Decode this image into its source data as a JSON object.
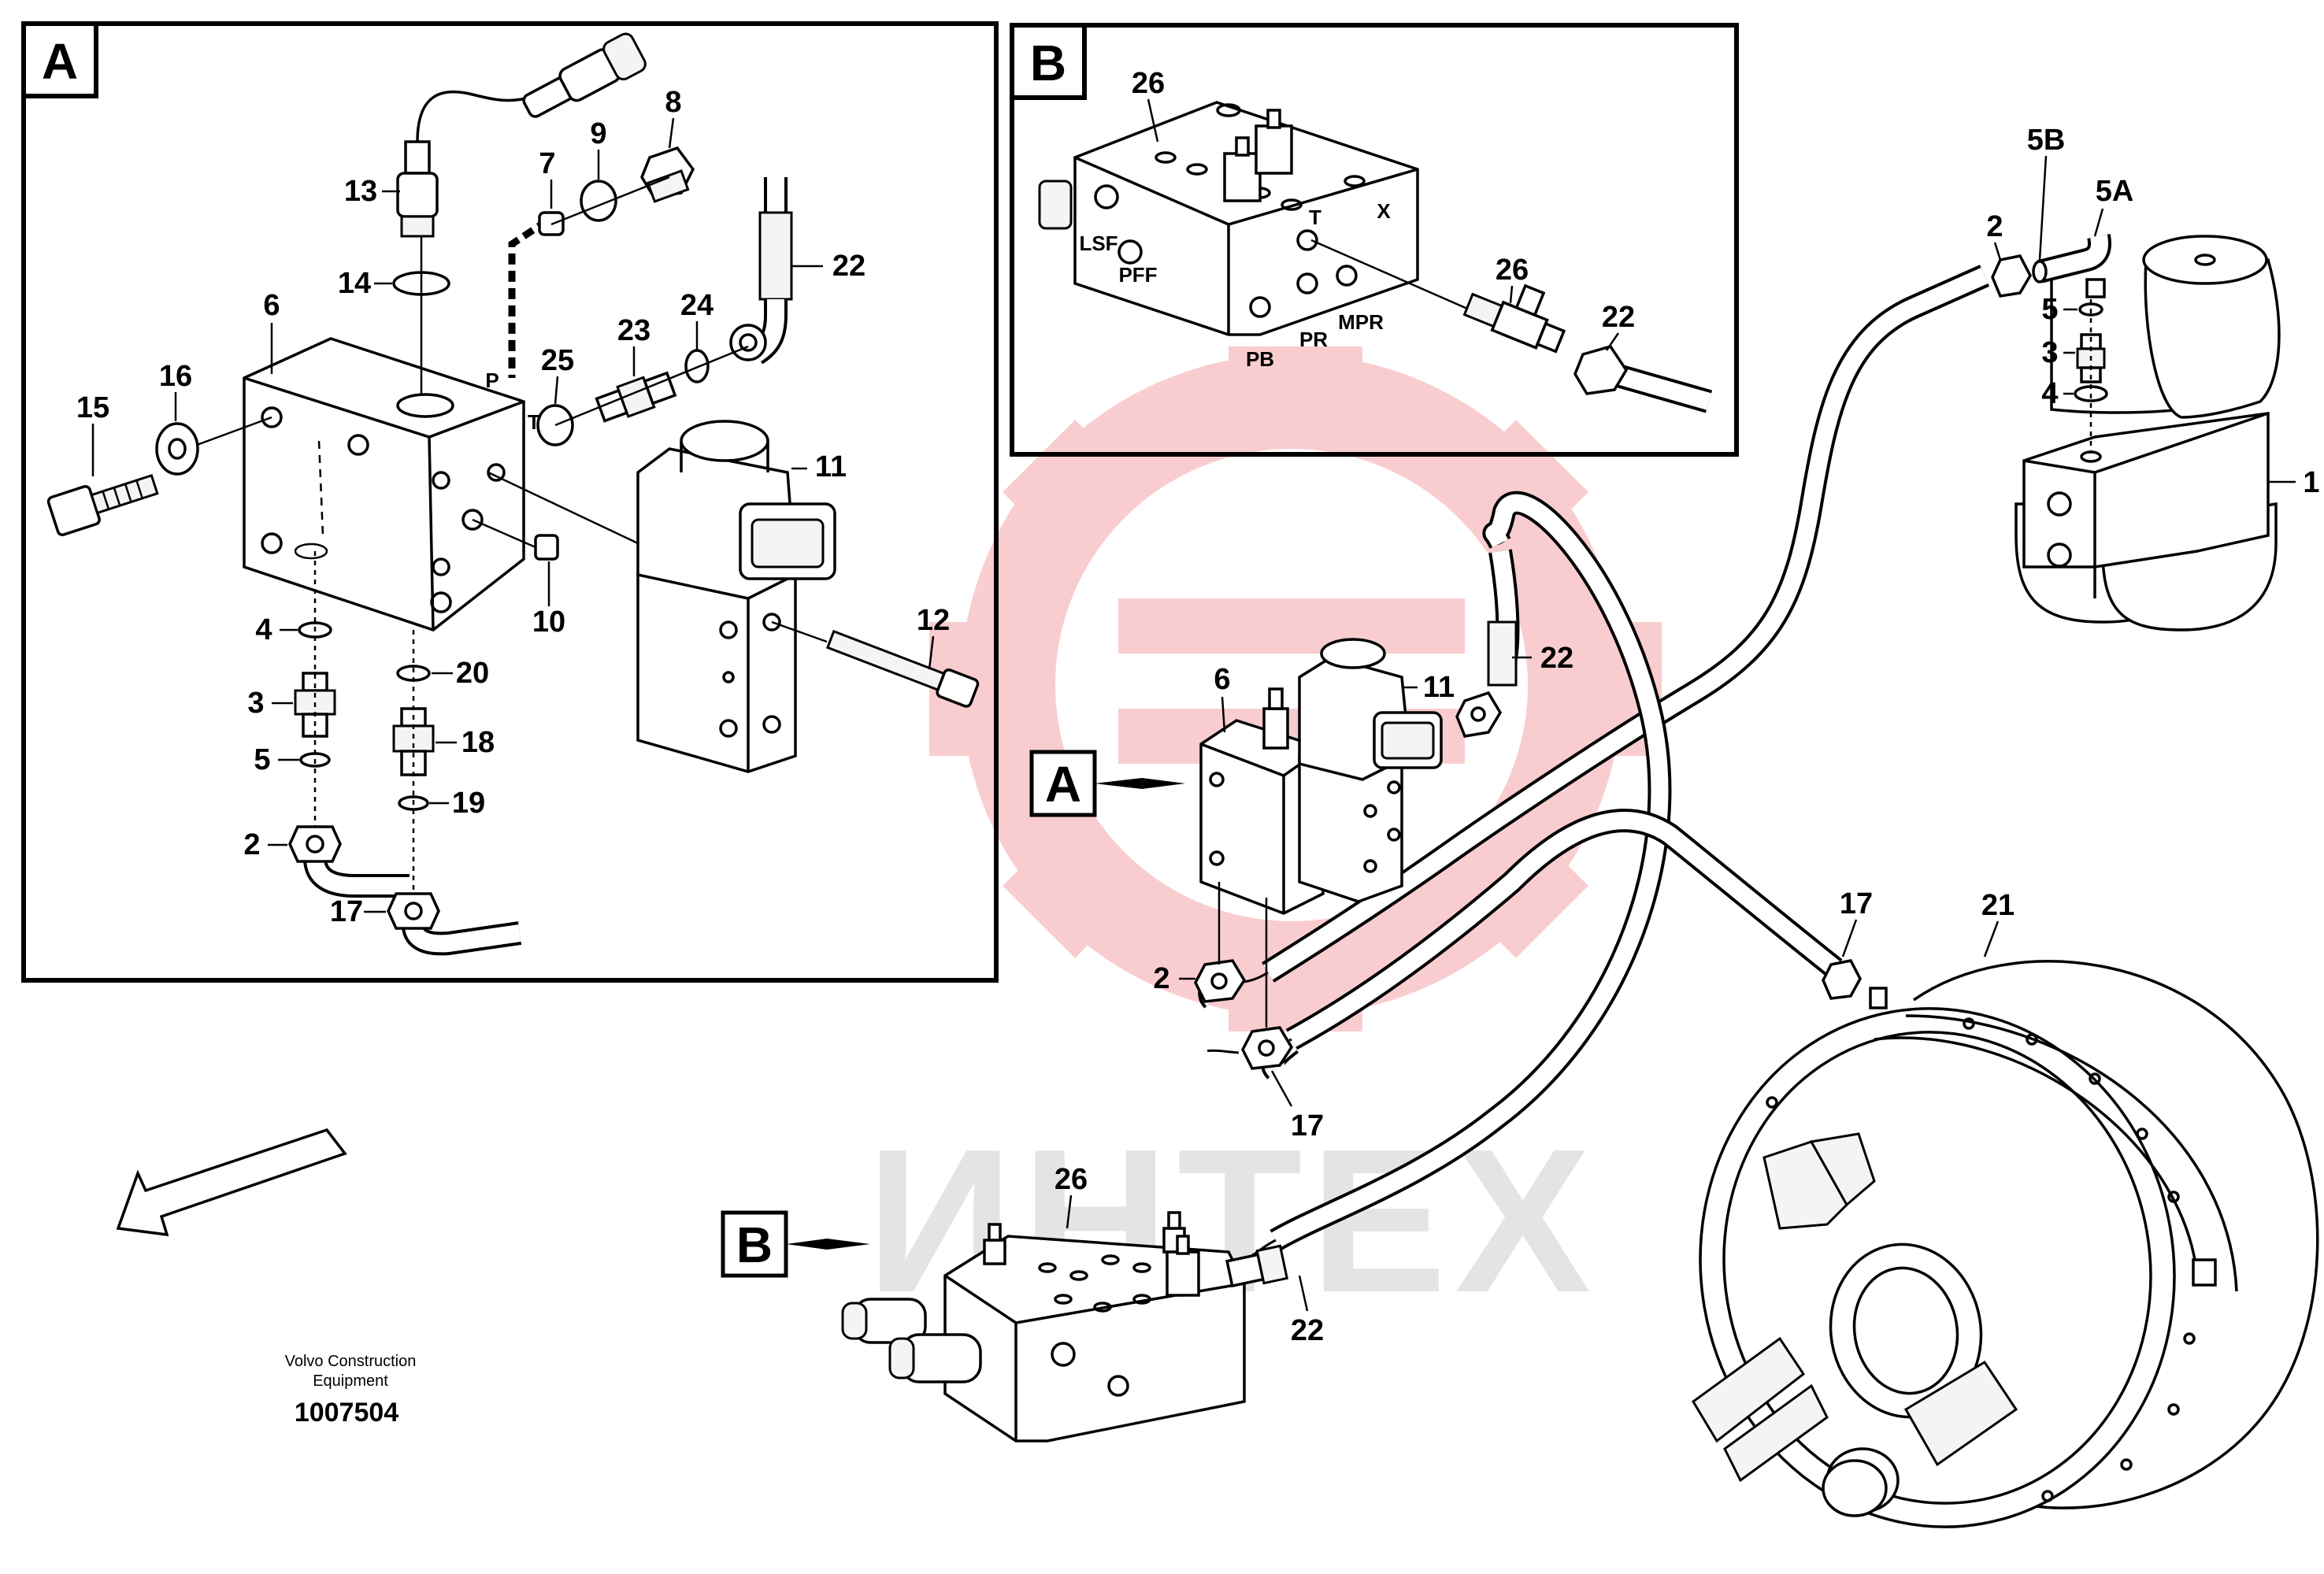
{
  "watermark": {
    "text": "ИНТЕХ",
    "color": "#e8202a"
  },
  "detail_boxes": {
    "a": {
      "letter": "A"
    },
    "b": {
      "letter": "B"
    }
  },
  "callouts_main": {
    "a": "A",
    "b": "B"
  },
  "ports": {
    "p": "P",
    "t": "T",
    "t_b": "T",
    "x": "X",
    "lsf": "LSF",
    "pff": "PFF",
    "pb": "PB",
    "pr": "PR",
    "mpr": "MPR"
  },
  "labels_a": {
    "l13": "13",
    "l7": "7",
    "l9": "9",
    "l8": "8",
    "l14": "14",
    "l22": "22",
    "l6": "6",
    "l25": "25",
    "l23": "23",
    "l24": "24",
    "l15": "15",
    "l16": "16",
    "l11": "11",
    "l10": "10",
    "l12": "12",
    "l4": "4",
    "l20": "20",
    "l3": "3",
    "l18": "18",
    "l5": "5",
    "l19": "19",
    "l2": "2",
    "l17": "17"
  },
  "labels_b": {
    "l26a": "26",
    "l26b": "26",
    "l22": "22"
  },
  "labels_main": {
    "l5b": "5B",
    "l5a": "5A",
    "l2": "2",
    "l5": "5",
    "l3": "3",
    "l4": "4",
    "l1": "1",
    "l6": "6",
    "l11": "11",
    "l22a": "22",
    "l17a": "17",
    "l21": "21",
    "l2b": "2",
    "l17b": "17",
    "l26": "26",
    "l22b": "22"
  },
  "footer": {
    "company_line1": "Volvo Construction",
    "company_line2": "Equipment",
    "part_number": "1007504"
  }
}
